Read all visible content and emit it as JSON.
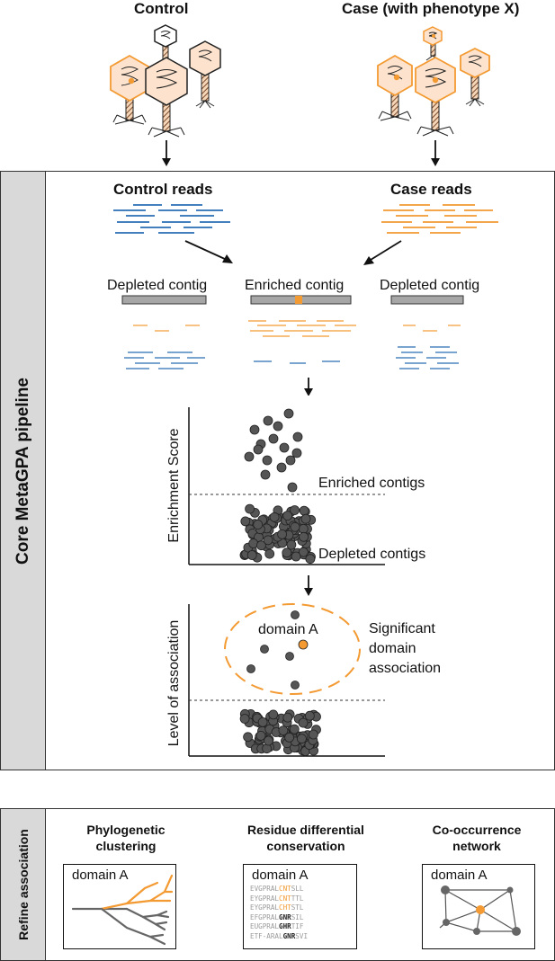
{
  "header": {
    "control_title": "Control",
    "case_title": "Case (with phenotype X)"
  },
  "pipeline": {
    "side_label": "Core MetaGPA pipeline",
    "control_reads": "Control reads",
    "case_reads": "Case reads",
    "contigs": [
      "Depleted contig",
      "Enriched contig",
      "Depleted contig"
    ],
    "plot1": {
      "ylabel": "Enrichment Score",
      "upper_label": "Enriched contigs",
      "lower_label": "Depleted contigs"
    },
    "plot2": {
      "ylabel": "Level of association",
      "point_label": "domain A",
      "annotation_lines": [
        "Significant",
        "domain",
        "association"
      ]
    }
  },
  "refine": {
    "side_label": "Refine association",
    "panels": [
      {
        "title_lines": [
          "Phylogenetic",
          "clustering"
        ],
        "box_label": "domain A"
      },
      {
        "title_lines": [
          "Residue differential",
          "conservation"
        ],
        "box_label": "domain A",
        "sequences": [
          {
            "pre": "EVGPRAL",
            "hl": "CNT",
            "hl_style": "o",
            "post": "SLL"
          },
          {
            "pre": "EYGPRAL",
            "hl": "CNT",
            "hl_style": "o",
            "post": "TTL"
          },
          {
            "pre": "EYGPRAL",
            "hl": "CHT",
            "hl_style": "o",
            "post": "STL"
          },
          {
            "pre": "EFGPRAL",
            "hl": "GNR",
            "hl_style": "b",
            "post": "SIL"
          },
          {
            "pre": "EUGPRAL",
            "hl": "GHR",
            "hl_style": "b",
            "post": "TIF"
          },
          {
            "pre": "ETF-ARAL",
            "hl": "GNR",
            "hl_style": "b",
            "post": "SVI"
          }
        ]
      },
      {
        "title_lines": [
          "Co-occurrence",
          "network"
        ],
        "box_label": "domain A"
      }
    ]
  },
  "colors": {
    "orange": "#f39a33",
    "blue": "#2a6db5",
    "point_gray": "#555555",
    "capsid_fill": "#fde3cd",
    "panel_gray": "#d9d9d9"
  }
}
